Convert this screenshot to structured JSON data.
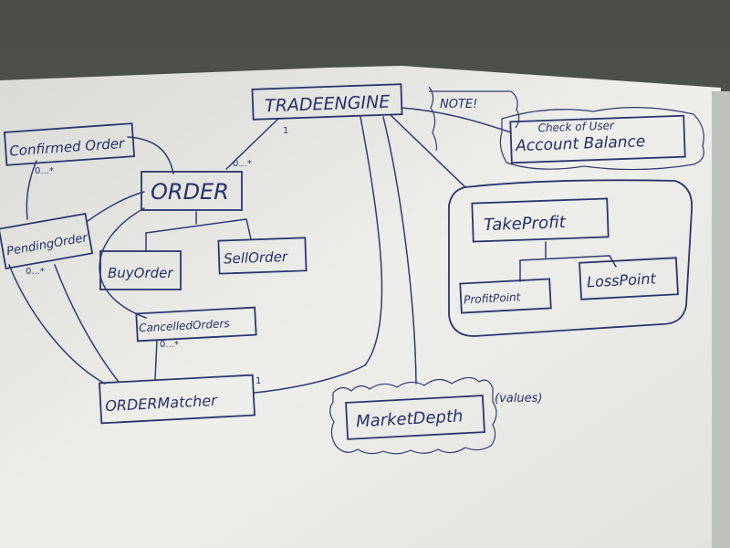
{
  "diagram": {
    "nodes": {
      "trade_engine": "TRADEENGINE",
      "order": "ORDER",
      "confirmed_order": "Confirmed Order",
      "pending_order": "PendingOrder",
      "buy_order": "BuyOrder",
      "sell_order": "SellOrder",
      "cancelled_orders": "CancelledOrders",
      "order_matcher": "ORDERMatcher",
      "market_depth": "MarketDepth",
      "take_profit": "TakeProfit",
      "profit_point": "ProfitPoint",
      "loss_point": "LossPoint"
    },
    "note": {
      "label": "NOTE!",
      "line1": "Check of User",
      "line2": "Account Balance"
    },
    "annotations": {
      "market_depth_values": "(values)"
    },
    "multiplicities": {
      "engine_to_order_one": "1",
      "engine_to_order_many": "0...*",
      "confirmed_many": "0...*",
      "pending_many": "0...*",
      "cancelled_many": "0...*",
      "matcher_one": "1"
    }
  },
  "colors": {
    "ink": "#2a3570",
    "board": "#e9e9e4",
    "wall": "#3f423e"
  }
}
